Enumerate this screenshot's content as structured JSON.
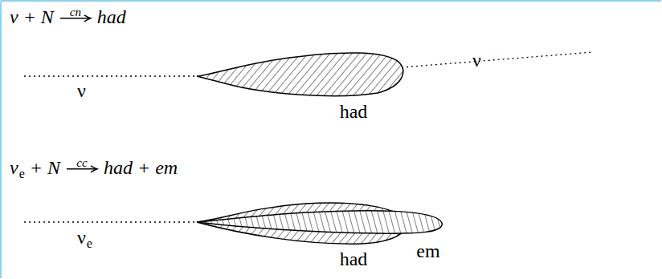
{
  "diagram": {
    "nodes": [
      {
        "text": [
          "had"
        ]
      },
      {
        "text": [
          "had"
        ]
      },
      {
        "text": [
          "em"
        ]
      }
    ],
    "labels": [
      "ν + N",
      "cn",
      "had",
      "ν",
      "ν",
      "ν",
      "e",
      "+ N",
      "cc",
      "had + em",
      "ν",
      "e"
    ]
  }
}
